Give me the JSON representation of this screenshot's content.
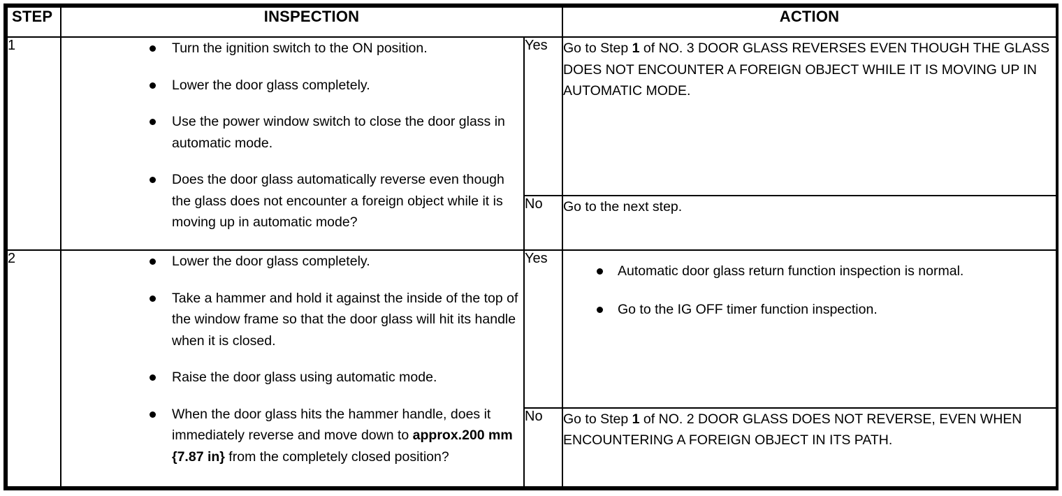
{
  "table": {
    "headers": {
      "step": "STEP",
      "inspection": "INSPECTION",
      "action": "ACTION"
    },
    "answer_labels": {
      "yes": "Yes",
      "no": "No"
    },
    "rows": [
      {
        "step": "1",
        "inspection_bullets": [
          "Turn the ignition switch to the ON position.",
          "Lower the door glass completely.",
          "Use the power window switch to close the door glass in automatic mode.",
          "Does the door glass automatically reverse even though the glass does not encounter a foreign object while it is moving up in automatic mode?"
        ],
        "yes": {
          "label": "Yes",
          "text_before_bold": "Go to Step ",
          "bold": "1",
          "text_after_bold": " of NO. 3 DOOR GLASS REVERSES EVEN THOUGH THE GLASS DOES NOT ENCOUNTER A FOREIGN OBJECT WHILE IT IS MOVING UP IN AUTOMATIC MODE."
        },
        "no": {
          "label": "No",
          "text": "Go to the next step."
        }
      },
      {
        "step": "2",
        "inspection_bullets": [
          "Lower the door glass completely.",
          "Take a hammer and hold it against the inside of the top of the window frame so that the door glass will hit its handle when it is closed.",
          "Raise the door glass using automatic mode."
        ],
        "inspection_last_bullet": {
          "text_before_bold": "When the door glass hits the hammer handle, does it immediately reverse and move down to ",
          "bold": "approx.200 mm {7.87 in}",
          "text_after_bold": " from the completely closed position?"
        },
        "yes": {
          "label": "Yes",
          "bullets": [
            "Automatic door glass return function inspection is normal.",
            "Go to the IG OFF timer function inspection."
          ]
        },
        "no": {
          "label": "No",
          "text_before_bold": "Go to Step ",
          "bold": "1",
          "text_after_bold": " of NO. 2 DOOR GLASS DOES NOT REVERSE, EVEN WHEN ENCOUNTERING A FOREIGN OBJECT IN ITS PATH."
        }
      }
    ]
  }
}
